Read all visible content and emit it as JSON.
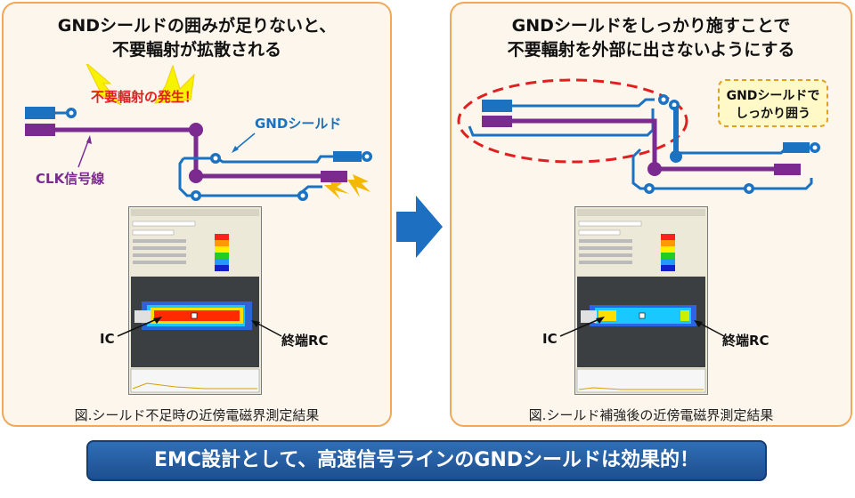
{
  "left": {
    "title_line1": "GNDシールドの囲みが足りないと、",
    "title_line2": "不要輻射が拡散される",
    "radiation_label": "不要輻射の発生！",
    "gnd_label": "GNDシールド",
    "clk_label": "CLK信号線",
    "ic_label": "IC",
    "rc_label": "終端RC",
    "caption": "図.シールド不足時の近傍電磁界測定結果"
  },
  "right": {
    "title_line1": "GNDシールドをしっかり施すことで",
    "title_line2": "不要輻射を外部に出さないようにする",
    "callout_line1": "GNDシールドで",
    "callout_line2": "しっかり囲う",
    "ic_label": "IC",
    "rc_label": "終端RC",
    "caption": "図.シールド補強後の近傍電磁界測定結果"
  },
  "banner": "EMC設計として、高速信号ラインのGNDシールドは効果的！",
  "colors": {
    "shield_blue": "#1a72c0",
    "signal_purple": "#7b2a8f",
    "panel_border": "#f0a95a",
    "radiation_red": "#e02020",
    "banner_blue": "#1d4f8e"
  }
}
